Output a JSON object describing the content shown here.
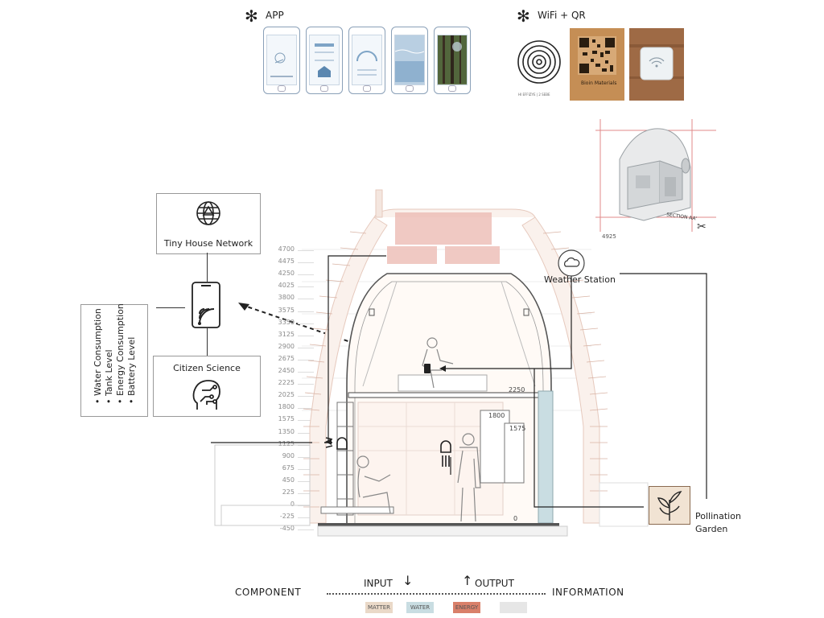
{
  "app": {
    "title": "APP",
    "asterisk": "✻"
  },
  "wifi": {
    "title": "WiFi + QR",
    "asterisk": "✻",
    "qr_caption": "Bioin Materials",
    "logo_caption": "HI EFFIZYE | 2 SEBE"
  },
  "section": {
    "label": "SECTION AA'",
    "number": "4925"
  },
  "network": {
    "label": "Tiny House Network"
  },
  "citizen": {
    "label": "Citizen Science"
  },
  "data_list": [
    "Water Consumption",
    "Tank Level",
    "Energy Consumption",
    "Battery Level"
  ],
  "weather": {
    "label": "Weather Station"
  },
  "garden": {
    "label_line1": "Pollination",
    "label_line2": "Garden"
  },
  "ruler_values": [
    "4700",
    "4475",
    "4250",
    "4025",
    "3800",
    "3575",
    "3350",
    "3125",
    "2900",
    "2675",
    "2450",
    "2225",
    "2025",
    "1800",
    "1575",
    "1350",
    "1125",
    "900",
    "675",
    "450",
    "225",
    "0",
    "-225",
    "-450"
  ],
  "dims": {
    "d2250": "2250",
    "d1800": "1800",
    "d1575": "1575",
    "d0": "0"
  },
  "legend": {
    "component": "COMPONENT",
    "input": "INPUT",
    "output": "OUTPUT",
    "information": "INFORMATION",
    "input_arrow": "↓",
    "output_arrow": "↑",
    "matter": "MATTER",
    "water": "WATER",
    "energy": "ENERGY"
  },
  "colors": {
    "matter": "#ead9c8",
    "water": "#c9dde2",
    "energy": "#d9806a",
    "info": "#e6e6e6",
    "solar": "#e8b5ad"
  }
}
